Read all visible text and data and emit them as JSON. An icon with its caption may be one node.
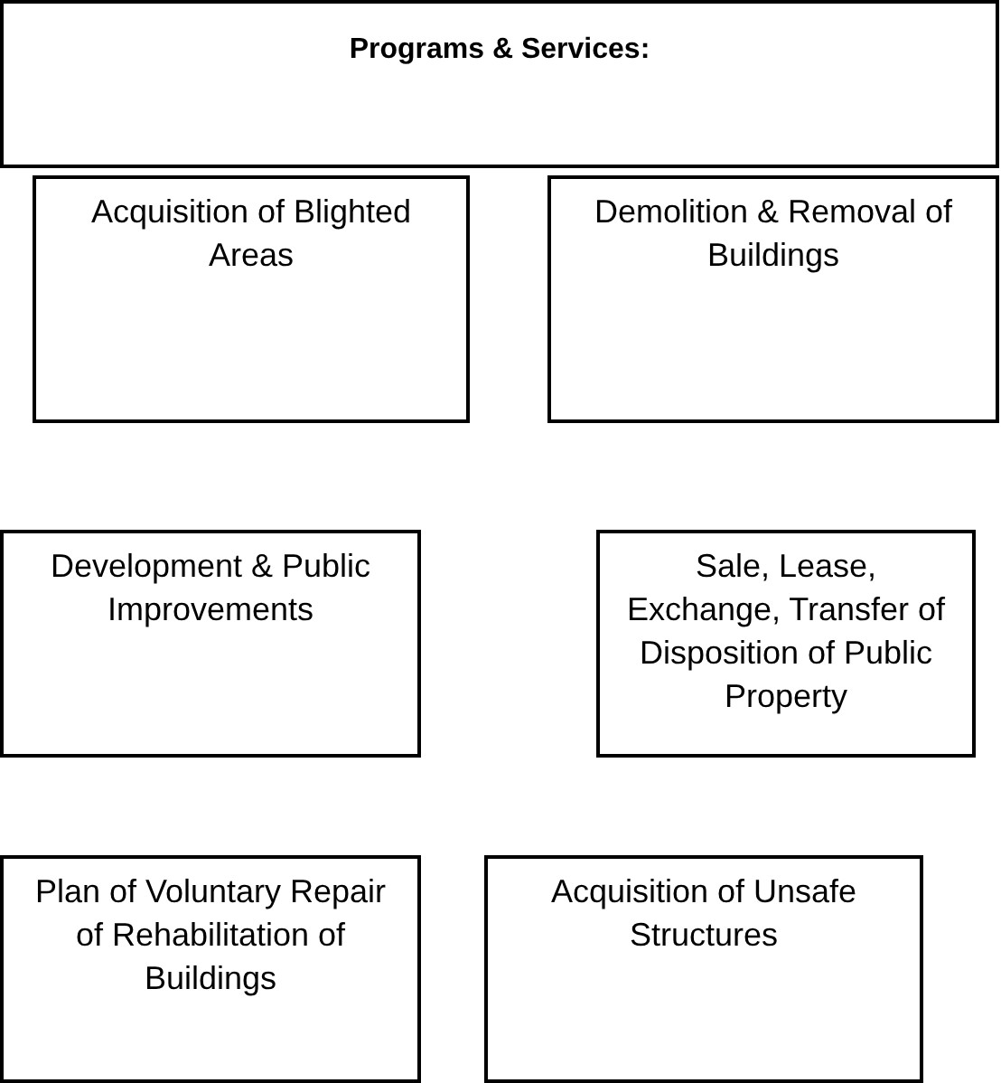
{
  "diagram": {
    "nodes": [
      {
        "text": [
          "Programs & Services:"
        ]
      },
      {
        "text": [
          "Acquisition of Blighted Areas"
        ]
      },
      {
        "text": [
          "Demolition & Removal of Buildings"
        ]
      },
      {
        "text": [
          "Development & Public Improvements"
        ]
      },
      {
        "text": [
          "Sale, Lease, Exchange, Transfer of Disposition of Public Property"
        ]
      },
      {
        "text": [
          "Plan of Voluntary Repair of Rehabilitation of Buildings"
        ]
      },
      {
        "text": [
          "Acquisition of Unsafe Structures"
        ]
      }
    ],
    "edges": []
  }
}
